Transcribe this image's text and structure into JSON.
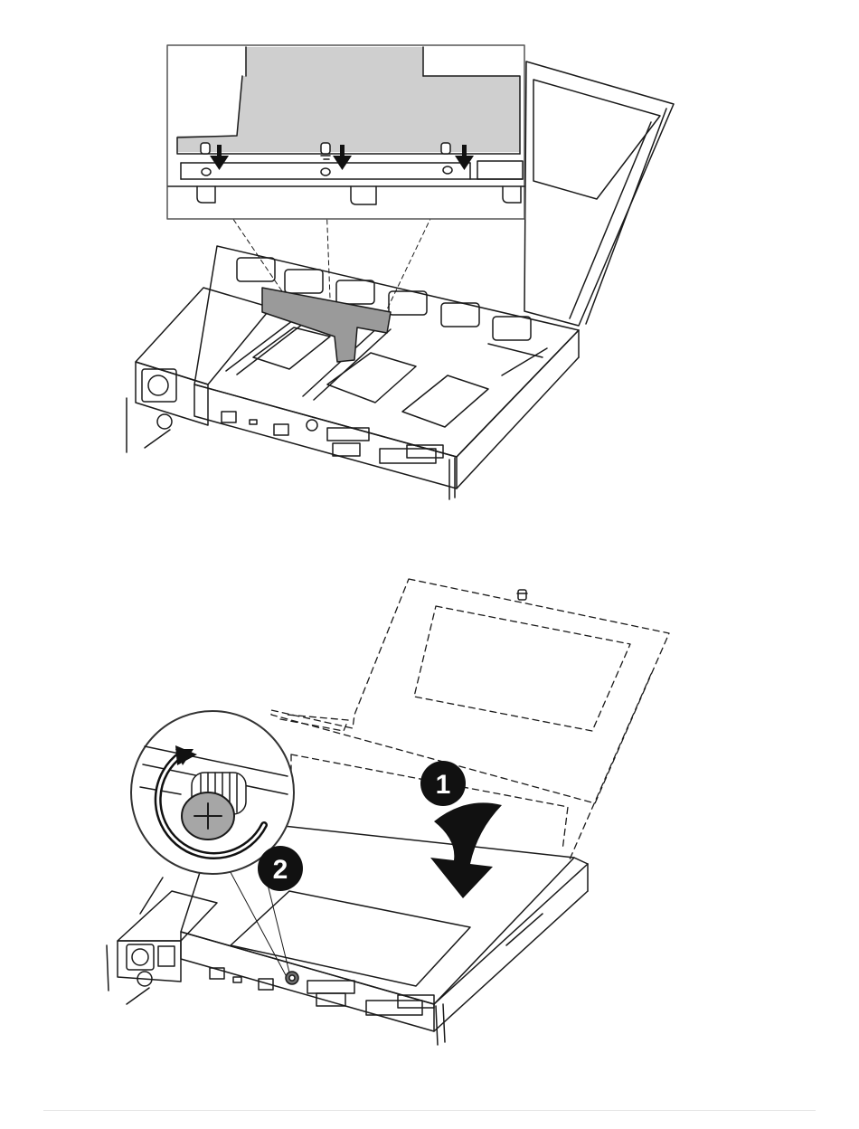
{
  "figure": {
    "step_markers": [
      {
        "id": "step-1",
        "label": "1"
      },
      {
        "id": "step-2",
        "label": "2"
      }
    ],
    "colors": {
      "line": "#1a1a1a",
      "riser_fill": "#9a9a9a",
      "inset_fill": "#cfcfcf",
      "screw_head": "#a6a6a6",
      "marker_fill": "#111111",
      "footer_rule": "#e6e6e6"
    },
    "icons": [
      "down-arrow-icon",
      "curved-arrow-icon",
      "rotate-clockwise-icon",
      "phillips-screw-icon"
    ]
  }
}
